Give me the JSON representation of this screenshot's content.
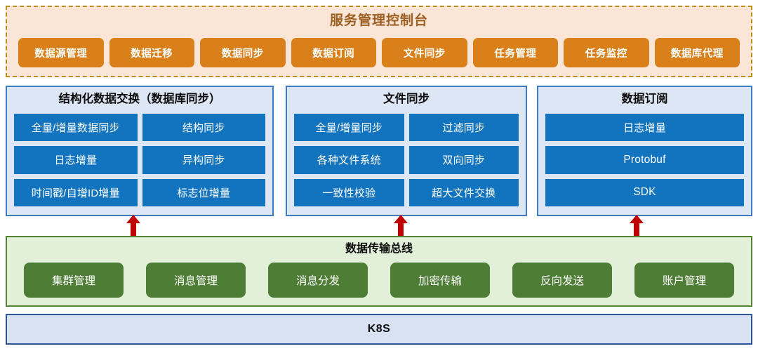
{
  "console": {
    "title": "服务管理控制台",
    "accent_color": "#d9801a",
    "panel_bg": "#fbe5d6",
    "border_color": "#bf8f1e",
    "buttons": [
      "数据源管理",
      "数据迁移",
      "数据同步",
      "数据订阅",
      "文件同步",
      "任务管理",
      "任务监控",
      "数据库代理"
    ]
  },
  "modules": [
    {
      "title": "结构化数据交换（数据库同步）",
      "layout": "2col",
      "tiles": [
        "全量/增量数据同步",
        "结构同步",
        "日志增量",
        "异构同步",
        "时间戳/自增ID增量",
        "标志位增量"
      ]
    },
    {
      "title": "文件同步",
      "layout": "2col",
      "tiles": [
        "全量/增量同步",
        "过滤同步",
        "各种文件系统",
        "双向同步",
        "一致性校验",
        "超大文件交换"
      ]
    },
    {
      "title": "数据订阅",
      "layout": "1col",
      "tiles": [
        "日志增量",
        "Protobuf",
        "SDK"
      ]
    }
  ],
  "module_style": {
    "panel_bg": "#dce6f4",
    "border_color": "#3f7ac4",
    "tile_color": "#1273be"
  },
  "arrows": {
    "color": "#c00000",
    "direction": "double-vertical",
    "count": 3
  },
  "bus": {
    "title": "数据传输总线",
    "panel_bg": "#e2efd9",
    "border_color": "#548235",
    "button_color": "#4e7d35",
    "buttons": [
      "集群管理",
      "消息管理",
      "消息分发",
      "加密传输",
      "反向发送",
      "账户管理"
    ]
  },
  "platform": {
    "label": "K8S",
    "panel_bg": "#d9e2f3",
    "border_color": "#2f5496"
  }
}
